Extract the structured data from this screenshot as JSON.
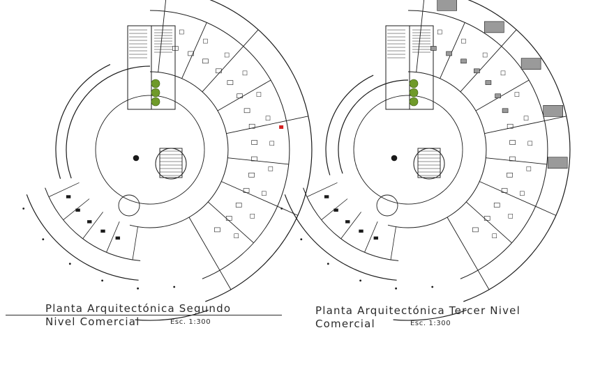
{
  "plans": [
    {
      "id": "segundo",
      "title_line1": "Planta Arquitectónica Segundo",
      "title_line2": "Nivel Comercial",
      "scale": "Esc. 1:300"
    },
    {
      "id": "tercer",
      "title_line1": "Planta Arquitectónica Tercer Nivel",
      "title_line2": "Comercial",
      "scale": "Esc. 1:300"
    }
  ],
  "colors": {
    "line": "#1a1a1a",
    "hatch": "#9a9a9a",
    "tree": "#6f9a2a",
    "accent": "#d42020"
  }
}
